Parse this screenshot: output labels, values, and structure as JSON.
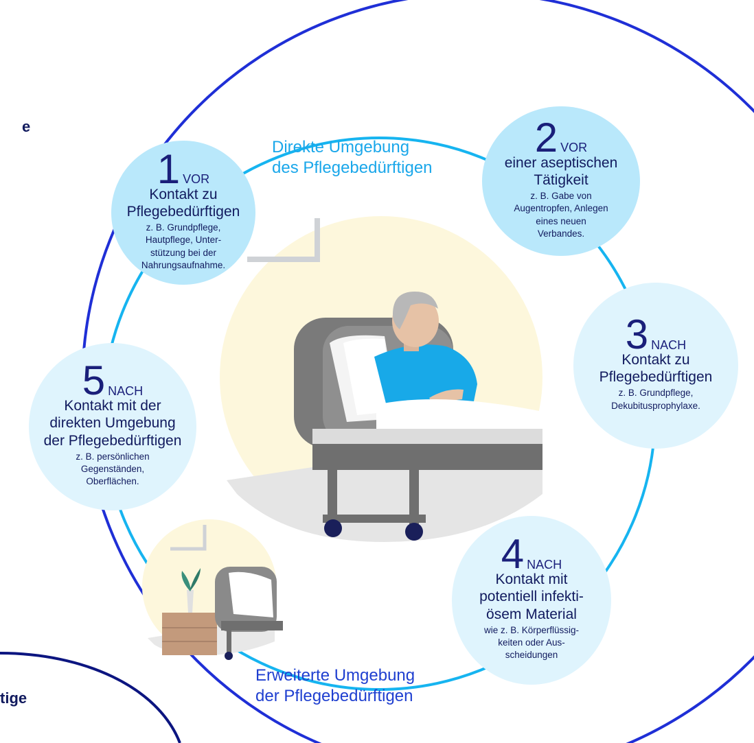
{
  "colors": {
    "outer_circle": "#1f2fd6",
    "inner_circle": "#16b4f0",
    "left_arc": "#0c1580",
    "bubble_light": "#dff4fd",
    "bubble_mid": "#b9e8fb",
    "zone_label": "#1aa7ea",
    "outer_label": "#1f3fd0",
    "text_dark": "#111a5e"
  },
  "side_text": {
    "top_fragment": "e",
    "bottom_fragment": "tige"
  },
  "zones": {
    "inner": {
      "line1": "Direkte Umgebung",
      "line2": "des Pflegebedürftigen"
    },
    "outer": {
      "line1": "Erweiterte Umgebung",
      "line2": "der Pflegebedürftigen"
    }
  },
  "moments": [
    {
      "number": "1",
      "keyword": "VOR",
      "title": [
        "Kontakt zu",
        "Pflegebedürftigen"
      ],
      "details": [
        "z. B. Grundpflege,",
        "Hautpflege, Unter-",
        "stützung bei der",
        "Nahrungsaufnahme."
      ]
    },
    {
      "number": "2",
      "keyword": "VOR",
      "title": [
        "einer aseptischen",
        "Tätigkeit"
      ],
      "details": [
        "z. B. Gabe von",
        "Augentropfen, Anlegen",
        "eines neuen",
        "Verbandes."
      ]
    },
    {
      "number": "3",
      "keyword": "NACH",
      "title": [
        "Kontakt zu",
        "Pflegebedürftigen"
      ],
      "details": [
        "z. B. Grundpflege,",
        "Dekubitusprophylaxe."
      ]
    },
    {
      "number": "4",
      "keyword": "NACH",
      "title": [
        "Kontakt mit",
        "potentiell infekti-",
        "ösem Material"
      ],
      "details": [
        "wie z. B. Körperflüssig-",
        "keiten oder Aus-",
        "scheidungen"
      ]
    },
    {
      "number": "5",
      "keyword": "NACH",
      "title": [
        "Kontakt mit der",
        "direkten Umgebung",
        "der Pflegebedürftigen"
      ],
      "details": [
        "z. B. persönlichen",
        "Gegenständen,",
        "Oberflächen."
      ]
    }
  ]
}
